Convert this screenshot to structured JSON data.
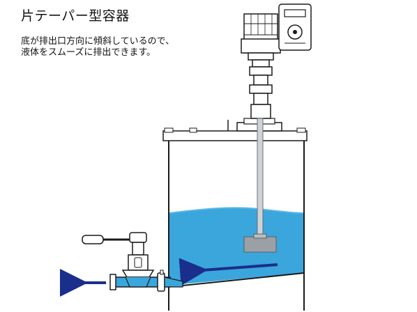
{
  "title": "片テーパー型容器",
  "description": {
    "line1": "底が排出口方向に傾斜しているので、",
    "line2": "液体をスムーズに排出できます。"
  },
  "colors": {
    "liquid": "#3aa6dc",
    "liquid_surface": "#5bb7e4",
    "arrow": "#1a2e8c",
    "outline": "#1a1a1a",
    "container_fill": "#ffffff"
  },
  "icons": {
    "flow_arrow_inside": "left-arrow-icon",
    "flow_arrow_outlet": "left-arrow-icon"
  }
}
